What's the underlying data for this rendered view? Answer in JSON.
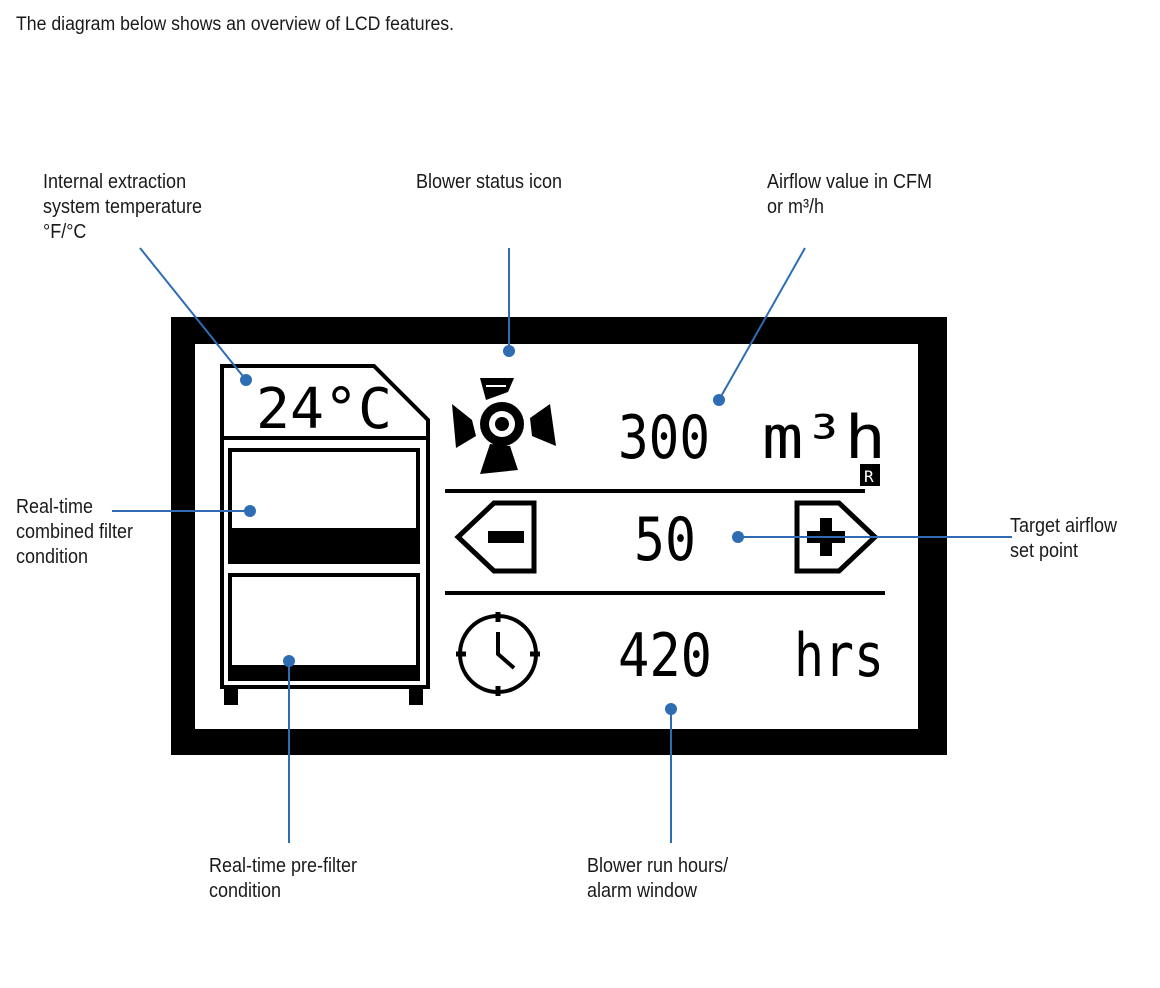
{
  "intro": "The diagram below shows an overview of LCD features.",
  "colors": {
    "leader": "#2e6db4",
    "lcd_frame": "#000000",
    "lcd_screen": "#ffffff",
    "text": "#1a1a1a"
  },
  "lcd": {
    "temperature": "24°C",
    "airflow_value": "300",
    "airflow_unit": "m³h",
    "airflow_unit_mark": "R",
    "setpoint": "50",
    "run_hours": "420",
    "run_hours_unit": "hrs",
    "icons": {
      "fan": "blower-fan-icon",
      "minus": "decrease-arrow-icon",
      "plus": "increase-arrow-icon",
      "clock": "clock-icon"
    },
    "combined_filter_level": 0.3,
    "prefilter_level": 0.12
  },
  "callouts": {
    "temperature": [
      "Internal extraction",
      "system temperature",
      "°F/°C"
    ],
    "blower_status": [
      "Blower status icon"
    ],
    "airflow": [
      "Airflow value in CFM",
      "or m³/h"
    ],
    "combined_filter": [
      "Real-time",
      "combined filter",
      "condition"
    ],
    "target_airflow": [
      "Target airflow",
      "set point"
    ],
    "prefilter": [
      "Real-time pre-filter",
      "condition"
    ],
    "run_hours": [
      "Blower run hours/",
      "alarm window"
    ]
  }
}
